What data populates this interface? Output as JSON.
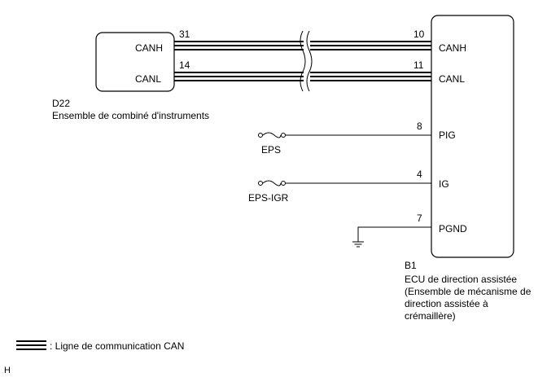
{
  "left_component": {
    "code": "D22",
    "name": "Ensemble de combiné d'instruments",
    "pins": [
      {
        "number": "31",
        "label": "CANH"
      },
      {
        "number": "14",
        "label": "CANL"
      }
    ]
  },
  "right_component": {
    "code": "B1",
    "name_lines": [
      "ECU de direction assistée",
      "(Ensemble de mécanisme de",
      "direction assistée à",
      "crémaillère)"
    ],
    "pins": [
      {
        "number": "10",
        "label": "CANH"
      },
      {
        "number": "11",
        "label": "CANL"
      },
      {
        "number": "8",
        "label": "PIG"
      },
      {
        "number": "4",
        "label": "IG"
      },
      {
        "number": "7",
        "label": "PGND"
      }
    ]
  },
  "fuses": [
    {
      "label": "EPS"
    },
    {
      "label": "EPS-IGR"
    }
  ],
  "legend": {
    "text": ": Ligne de communication CAN"
  },
  "corner_mark": "H"
}
